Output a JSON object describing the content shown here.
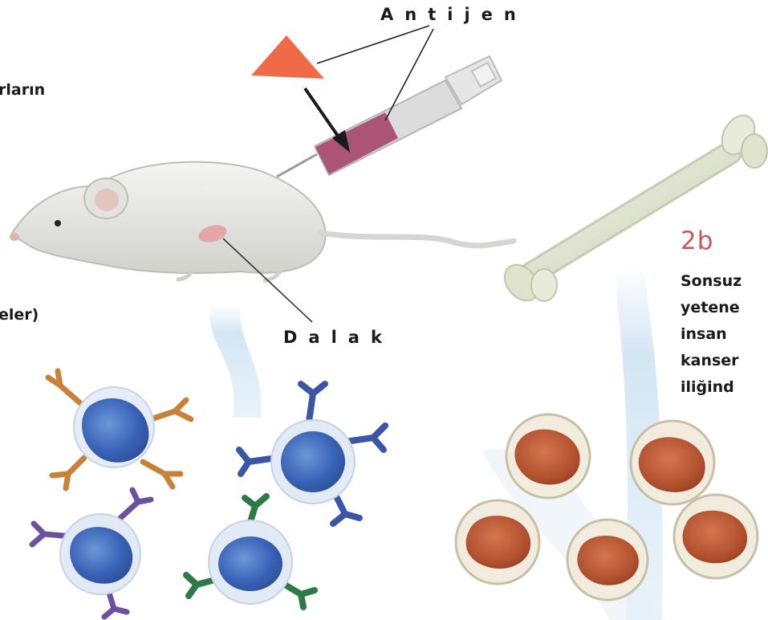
{
  "labels": {
    "antigen": "Antijen",
    "spleen": "Dalak",
    "left_fragment_1": "rların",
    "left_fragment_2": "eler)"
  },
  "step_2b": {
    "number": "2b",
    "lines": [
      "Sonsuz",
      "yetene",
      "insan",
      "kanser",
      "iliğind"
    ]
  },
  "colors": {
    "antigen": "#f06a48",
    "b_cell": "#3a64b8",
    "b_cell_halo": "#dde6f2",
    "myeloma": "#b0502e",
    "myeloma_halo": "#eee8d6",
    "step_number": "#c9575d",
    "bone": "#e6ead8",
    "mouse": "#e9e9e6"
  },
  "icons": [
    "antigen-triangle",
    "syringe",
    "mouse",
    "spleen",
    "bone",
    "b-cell",
    "antibody",
    "myeloma-cell"
  ]
}
